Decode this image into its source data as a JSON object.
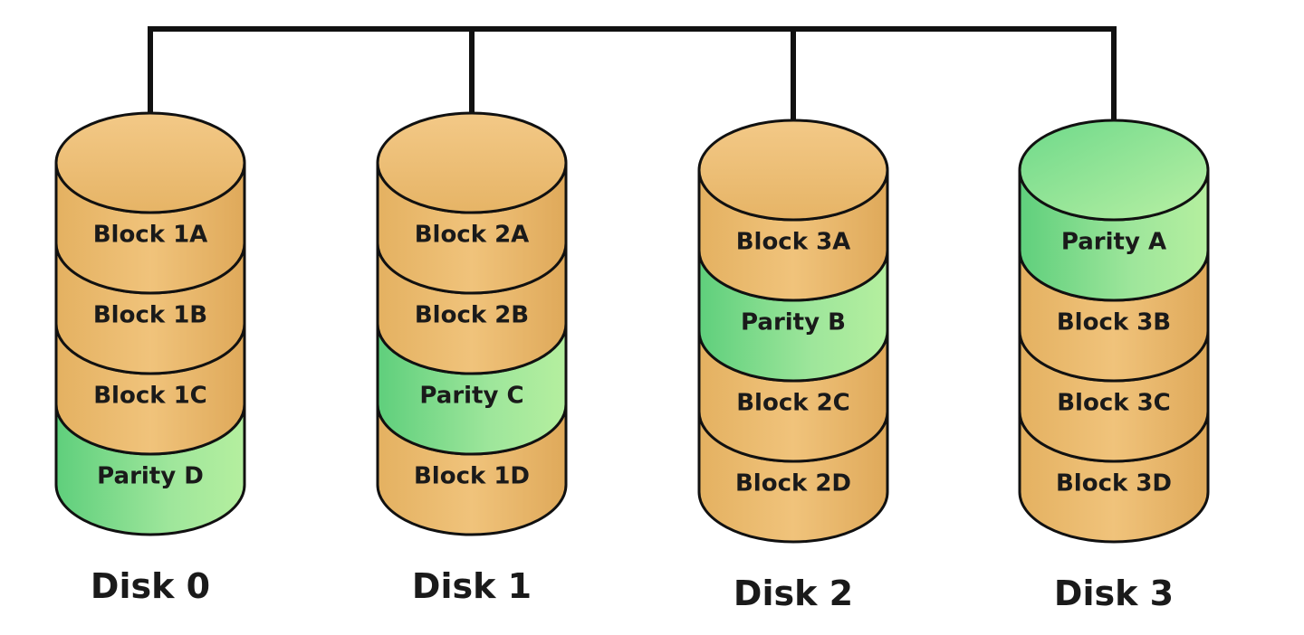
{
  "colors": {
    "block": "#edbe72",
    "block_top": "#f0c47c",
    "parity": "#8fdf8f",
    "parity_top": "#9be79b",
    "outline": "#111111",
    "bus": "#111111"
  },
  "disks": [
    {
      "label": "Disk 0",
      "segments": [
        {
          "label": "Block 1A",
          "kind": "block"
        },
        {
          "label": "Block 1B",
          "kind": "block"
        },
        {
          "label": "Block 1C",
          "kind": "block"
        },
        {
          "label": "Parity D",
          "kind": "parity"
        }
      ]
    },
    {
      "label": "Disk 1",
      "segments": [
        {
          "label": "Block 2A",
          "kind": "block"
        },
        {
          "label": "Block 2B",
          "kind": "block"
        },
        {
          "label": "Parity C",
          "kind": "parity"
        },
        {
          "label": "Block 1D",
          "kind": "block"
        }
      ]
    },
    {
      "label": "Disk 2",
      "segments": [
        {
          "label": "Block 3A",
          "kind": "block"
        },
        {
          "label": "Parity B",
          "kind": "parity"
        },
        {
          "label": "Block 2C",
          "kind": "block"
        },
        {
          "label": "Block 2D",
          "kind": "block"
        }
      ]
    },
    {
      "label": "Disk 3",
      "top_kind": "parity",
      "segments": [
        {
          "label": "Parity A",
          "kind": "parity"
        },
        {
          "label": "Block 3B",
          "kind": "block"
        },
        {
          "label": "Block 3C",
          "kind": "block"
        },
        {
          "label": "Block 3D",
          "kind": "block"
        }
      ]
    }
  ]
}
